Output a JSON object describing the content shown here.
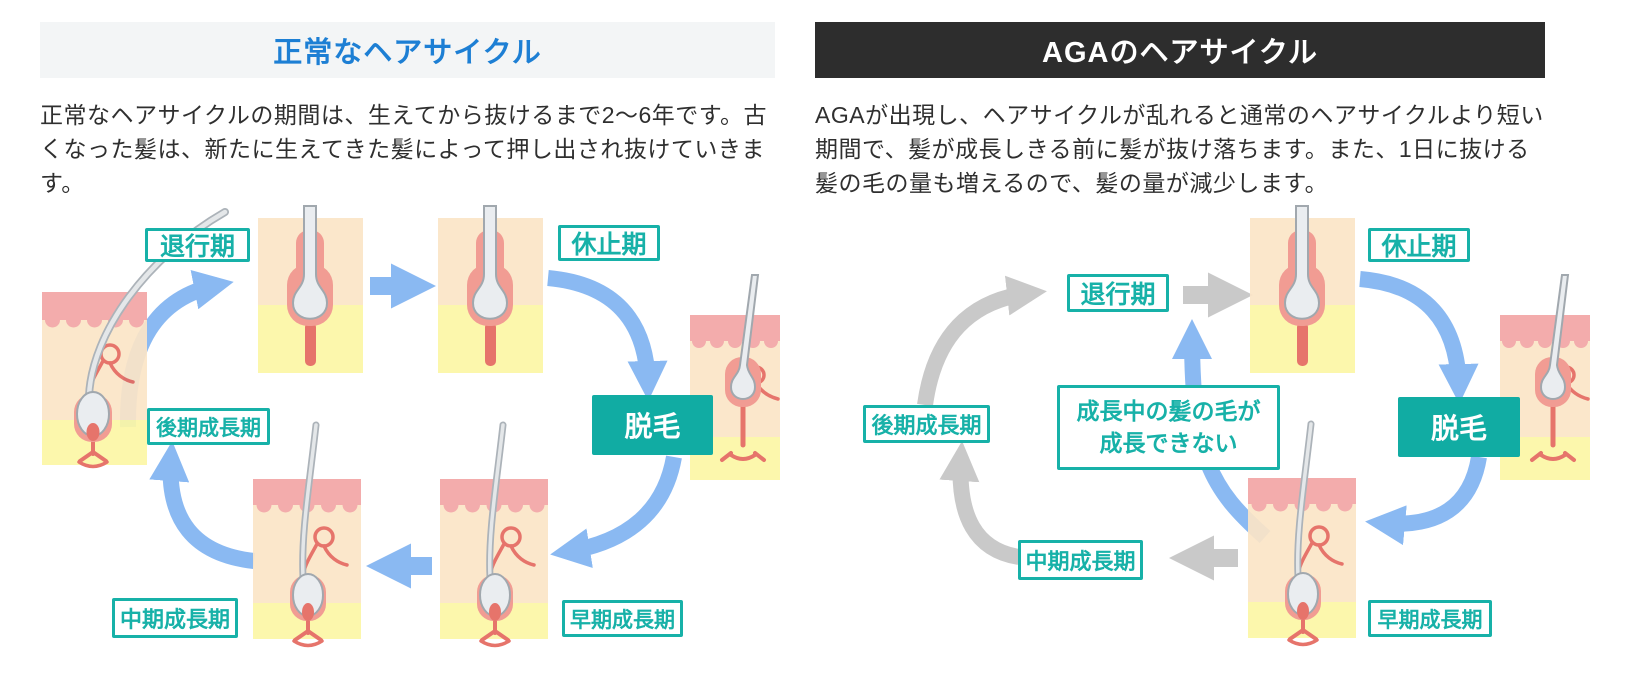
{
  "left_panel": {
    "title": "正常なヘアサイクル",
    "description": "正常なヘアサイクルの期間は、生えてから抜けるまで2〜6年です。古くなった髪は、新たに生えてきた髪によって押し出され抜けていきます。",
    "labels": {
      "regression": "退行期",
      "resting": "休止期",
      "shedding": "脱毛",
      "late_growth": "後期成長期",
      "mid_growth": "中期成長期",
      "early_growth": "早期成長期"
    }
  },
  "right_panel": {
    "title": "AGAのヘアサイクル",
    "description": "AGAが出現し、ヘアサイクルが乱れると通常のヘアサイクルより短い期間で、髪が成長しきる前に髪が抜け落ちます。また、1日に抜ける髪の毛の量も増えるので、髪の量が減少します。",
    "labels": {
      "regression": "退行期",
      "resting": "休止期",
      "shedding": "脱毛",
      "late_growth": "後期成長期",
      "mid_growth": "中期成長期",
      "early_growth": "早期成長期"
    },
    "center_note_line1": "成長中の髪の毛が",
    "center_note_line2": "成長できない"
  },
  "colors": {
    "accent_blue": "#1d7fd4",
    "header_dark_bg": "#2d2d2d",
    "header_light_bg": "#f3f5f6",
    "teal": "#17b1a8",
    "shedding_box_bg": "#11aca3",
    "arrow_blue": "#8ab9f2",
    "arrow_gray": "#c9c9c9",
    "skin_peach": "#fbe5c7",
    "skin_yellow": "#fcf7a5",
    "epidermis_pink": "#f3a5a5",
    "follicle_salmon": "#f0948a",
    "follicle_red": "#e4695f"
  }
}
